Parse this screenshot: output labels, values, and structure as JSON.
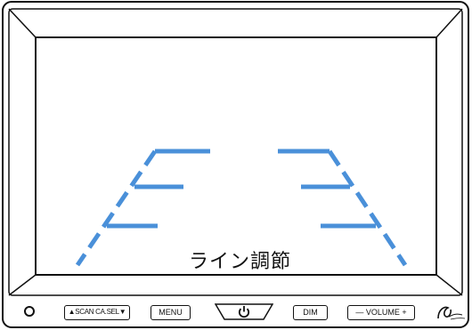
{
  "screen": {
    "caption": "ライン調節",
    "guide_line_color": "#4a90d9",
    "frame_color": "#111111"
  },
  "buttons": {
    "scan": "▲SCAN CA.SEL▼",
    "menu": "MENU",
    "power_icon": "power-icon",
    "dim": "DIM",
    "volume": "— VOLUME +"
  },
  "controls": {
    "knob_icon": "circle-knob-icon",
    "logo_icon": "brand-logo-icon"
  }
}
